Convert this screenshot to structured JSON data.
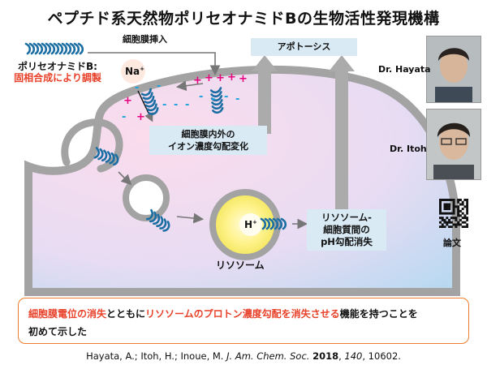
{
  "title": "ペプチド系天然物ポリセオナミドBの生物活性発現機構",
  "polytheonamide_label_1": "ポリセオナミドB:",
  "polytheonamide_label_2": "固相合成により調製",
  "membrane_insertion_label": "細胞膜挿入",
  "apoptosis_label": "アポトーシス",
  "membrane_change_box": [
    "細胞膜内外の",
    "イオン濃度勾配変化"
  ],
  "lysosome_change_box": [
    "リソソーム-",
    "細胞質間の",
    "pH勾配消失"
  ],
  "lysosome_label": "リソソーム",
  "na_ion": "Na",
  "na_sup": "+",
  "h_ion": "H",
  "h_sup": "+",
  "researchers": {
    "first": "Dr. Hayata",
    "second": "Dr. Itoh"
  },
  "qr_label": "論文",
  "summary": {
    "part1": "細胞膜電位の消失",
    "part2": "とともに",
    "part3": "リソソームのプロトン濃度勾配を消失させる",
    "part4": "機能を持つことを",
    "line2": "初めて示した"
  },
  "citation": {
    "authors": "Hayata, A.; Itoh, H.; Inoue, M. ",
    "journal": "J. Am. Chem. Soc.",
    "year": "2018",
    "volume": "140",
    "pages": ", 10602."
  },
  "colors": {
    "helix": "#1b6ea3",
    "plus": "#e6007e",
    "minus": "#19a3dd",
    "box_fill": "#d9eaf5",
    "arrow_gray": "#a9a9a9",
    "highlight_red": "#e8412a",
    "summary_border": "#ef7d2e"
  }
}
